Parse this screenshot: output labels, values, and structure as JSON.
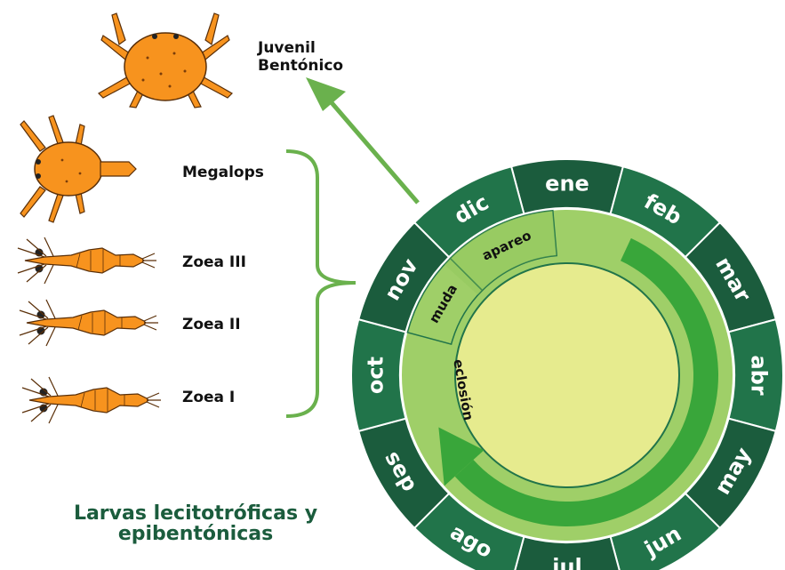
{
  "months": [
    "ene",
    "feb",
    "mar",
    "abr",
    "may",
    "jun",
    "jul",
    "ago",
    "sep",
    "oct",
    "nov",
    "dic"
  ],
  "stages": {
    "juvenil_line1": "Juvenil",
    "juvenil_line2": "Bentónico",
    "megalops": "Megalops",
    "zoea3": "Zoea III",
    "zoea2": "Zoea II",
    "zoea1": "Zoea I"
  },
  "phases": {
    "muda": "muda",
    "apareo": "apareo",
    "eclosion": "eclosión"
  },
  "footer": {
    "line1": "Larvas lecitotróficas y",
    "line2": "epibentónicas"
  },
  "colors": {
    "ring_dark": "#1b5c3d",
    "ring_light": "#21744a",
    "ring_border": "#ffffff",
    "band_light": "#9fcf68",
    "band_dark": "#39a63a",
    "center": "#e6eb8e",
    "arrow": "#6ab14d",
    "larva": "#f7931e",
    "title": "#1b5c3d"
  }
}
